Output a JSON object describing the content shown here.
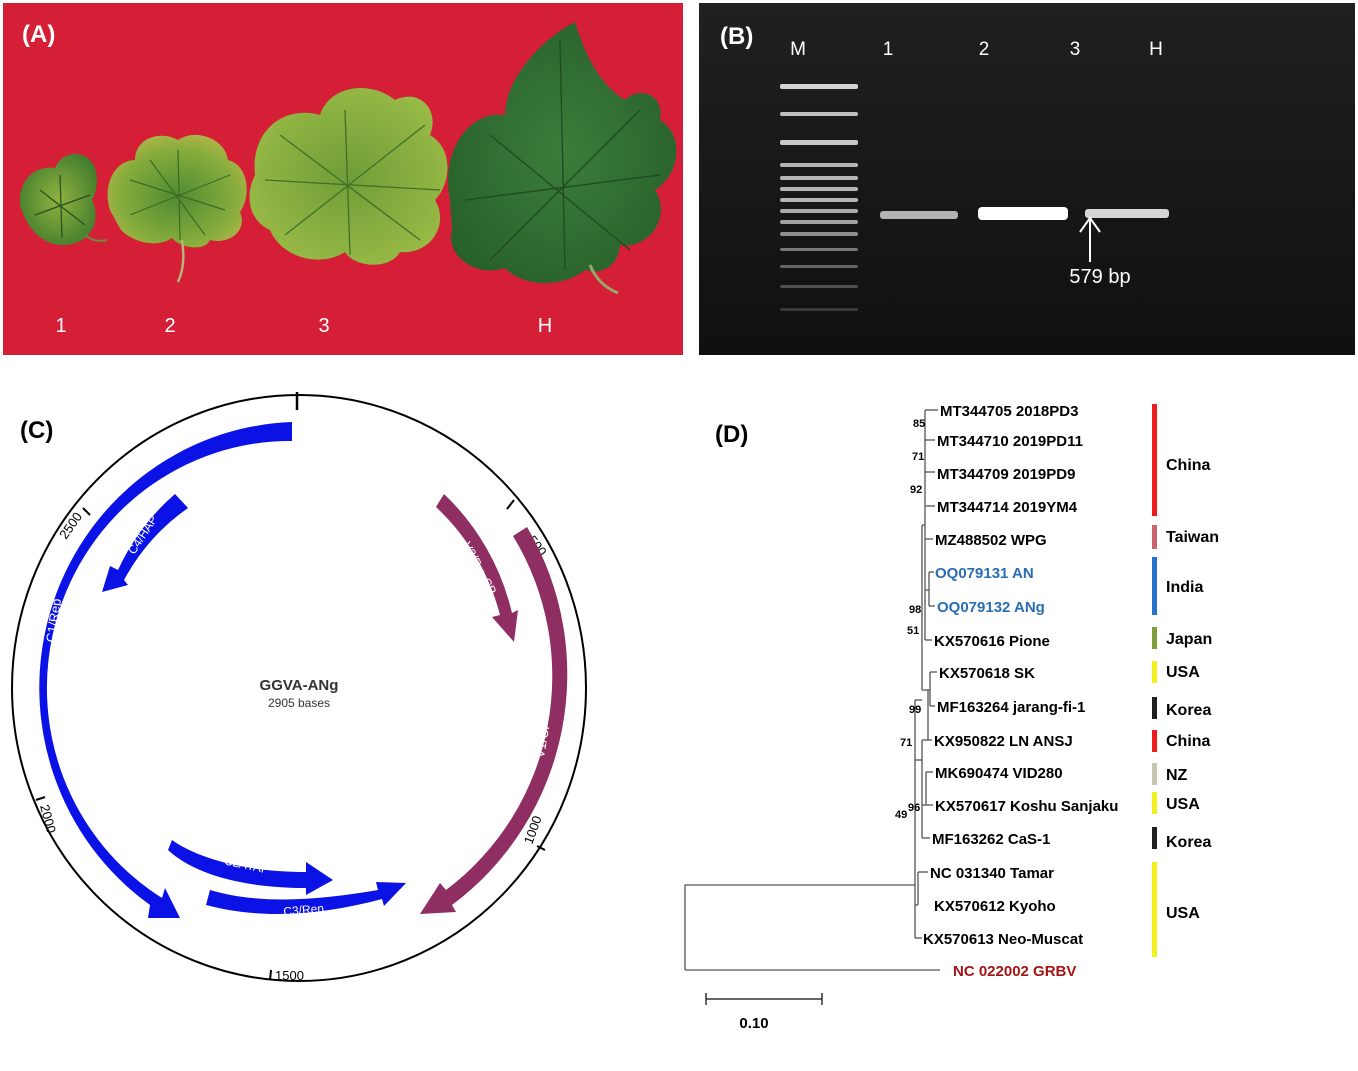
{
  "panel_a": {
    "letter": "(A)",
    "leaf_labels": [
      "1",
      "2",
      "3",
      "H"
    ],
    "colors": {
      "background": "#d41f37",
      "leaf_dark": "#2f6b2a",
      "leaf_yellow": "#9bb83e"
    }
  },
  "panel_b": {
    "letter": "(B)",
    "lane_labels": [
      "M",
      "1",
      "2",
      "3",
      "H"
    ],
    "band_label": "579 bp",
    "colors": {
      "background": "#161616",
      "band": "#f2f2f2"
    }
  },
  "panel_c": {
    "letter": "(C)",
    "title": "GGVA-ANg",
    "subtitle": "2905 bases",
    "ticks": [
      "500",
      "1000",
      "1500",
      "2000",
      "2500"
    ],
    "genes": [
      {
        "name": "C1/Rep",
        "color": "#0a12e6"
      },
      {
        "name": "C4/HAP",
        "color": "#0a12e6"
      },
      {
        "name": "C2/TrAP",
        "color": "#0a12e6"
      },
      {
        "name": "C3/Ren",
        "color": "#0a12e6"
      },
      {
        "name": "V2/Pre-CP",
        "color": "#8e2e63"
      },
      {
        "name": "V1/CP",
        "color": "#8e2e63"
      }
    ]
  },
  "panel_d": {
    "letter": "(D)",
    "taxa": [
      {
        "label": "MT344705 2018PD3",
        "color": "#000000"
      },
      {
        "label": "MT344710 2019PD11",
        "color": "#000000"
      },
      {
        "label": "MT344709 2019PD9",
        "color": "#000000"
      },
      {
        "label": "MT344714 2019YM4",
        "color": "#000000"
      },
      {
        "label": "MZ488502 WPG",
        "color": "#000000"
      },
      {
        "label": "OQ079131 AN",
        "color": "#2a6db6"
      },
      {
        "label": "OQ079132 ANg",
        "color": "#2a6db6"
      },
      {
        "label": "KX570616 Pione",
        "color": "#000000"
      },
      {
        "label": "KX570618 SK",
        "color": "#000000"
      },
      {
        "label": "MF163264 jarang-fi-1",
        "color": "#000000"
      },
      {
        "label": "KX950822 LN ANSJ",
        "color": "#000000"
      },
      {
        "label": "MK690474 VID280",
        "color": "#000000"
      },
      {
        "label": "KX570617 Koshu Sanjaku",
        "color": "#000000"
      },
      {
        "label": "MF163262 CaS-1",
        "color": "#000000"
      },
      {
        "label": "NC 031340 Tamar",
        "color": "#000000"
      },
      {
        "label": "KX570612 Kyoho",
        "color": "#000000"
      },
      {
        "label": "KX570613 Neo-Muscat",
        "color": "#000000"
      },
      {
        "label": "NC 022002 GRBV",
        "color": "#a31414"
      }
    ],
    "bootstrap": [
      "85",
      "71",
      "92",
      "98",
      "51",
      "99",
      "71",
      "96",
      "49"
    ],
    "countries": [
      {
        "name": "China",
        "color": "#ee1c1c"
      },
      {
        "name": "Taiwan",
        "color": "#c8646e"
      },
      {
        "name": "India",
        "color": "#2473c9"
      },
      {
        "name": "Japan",
        "color": "#7f9f3a"
      },
      {
        "name": "USA",
        "color": "#f3f01e"
      },
      {
        "name": "Korea",
        "color": "#1f1f1f"
      },
      {
        "name": "China",
        "color": "#ee1c1c"
      },
      {
        "name": "NZ",
        "color": "#c7c4b0"
      },
      {
        "name": "USA",
        "color": "#f3f01e"
      },
      {
        "name": "Korea",
        "color": "#1f1f1f"
      },
      {
        "name": "USA",
        "color": "#f3f01e"
      }
    ],
    "scale_label": "0.10"
  }
}
